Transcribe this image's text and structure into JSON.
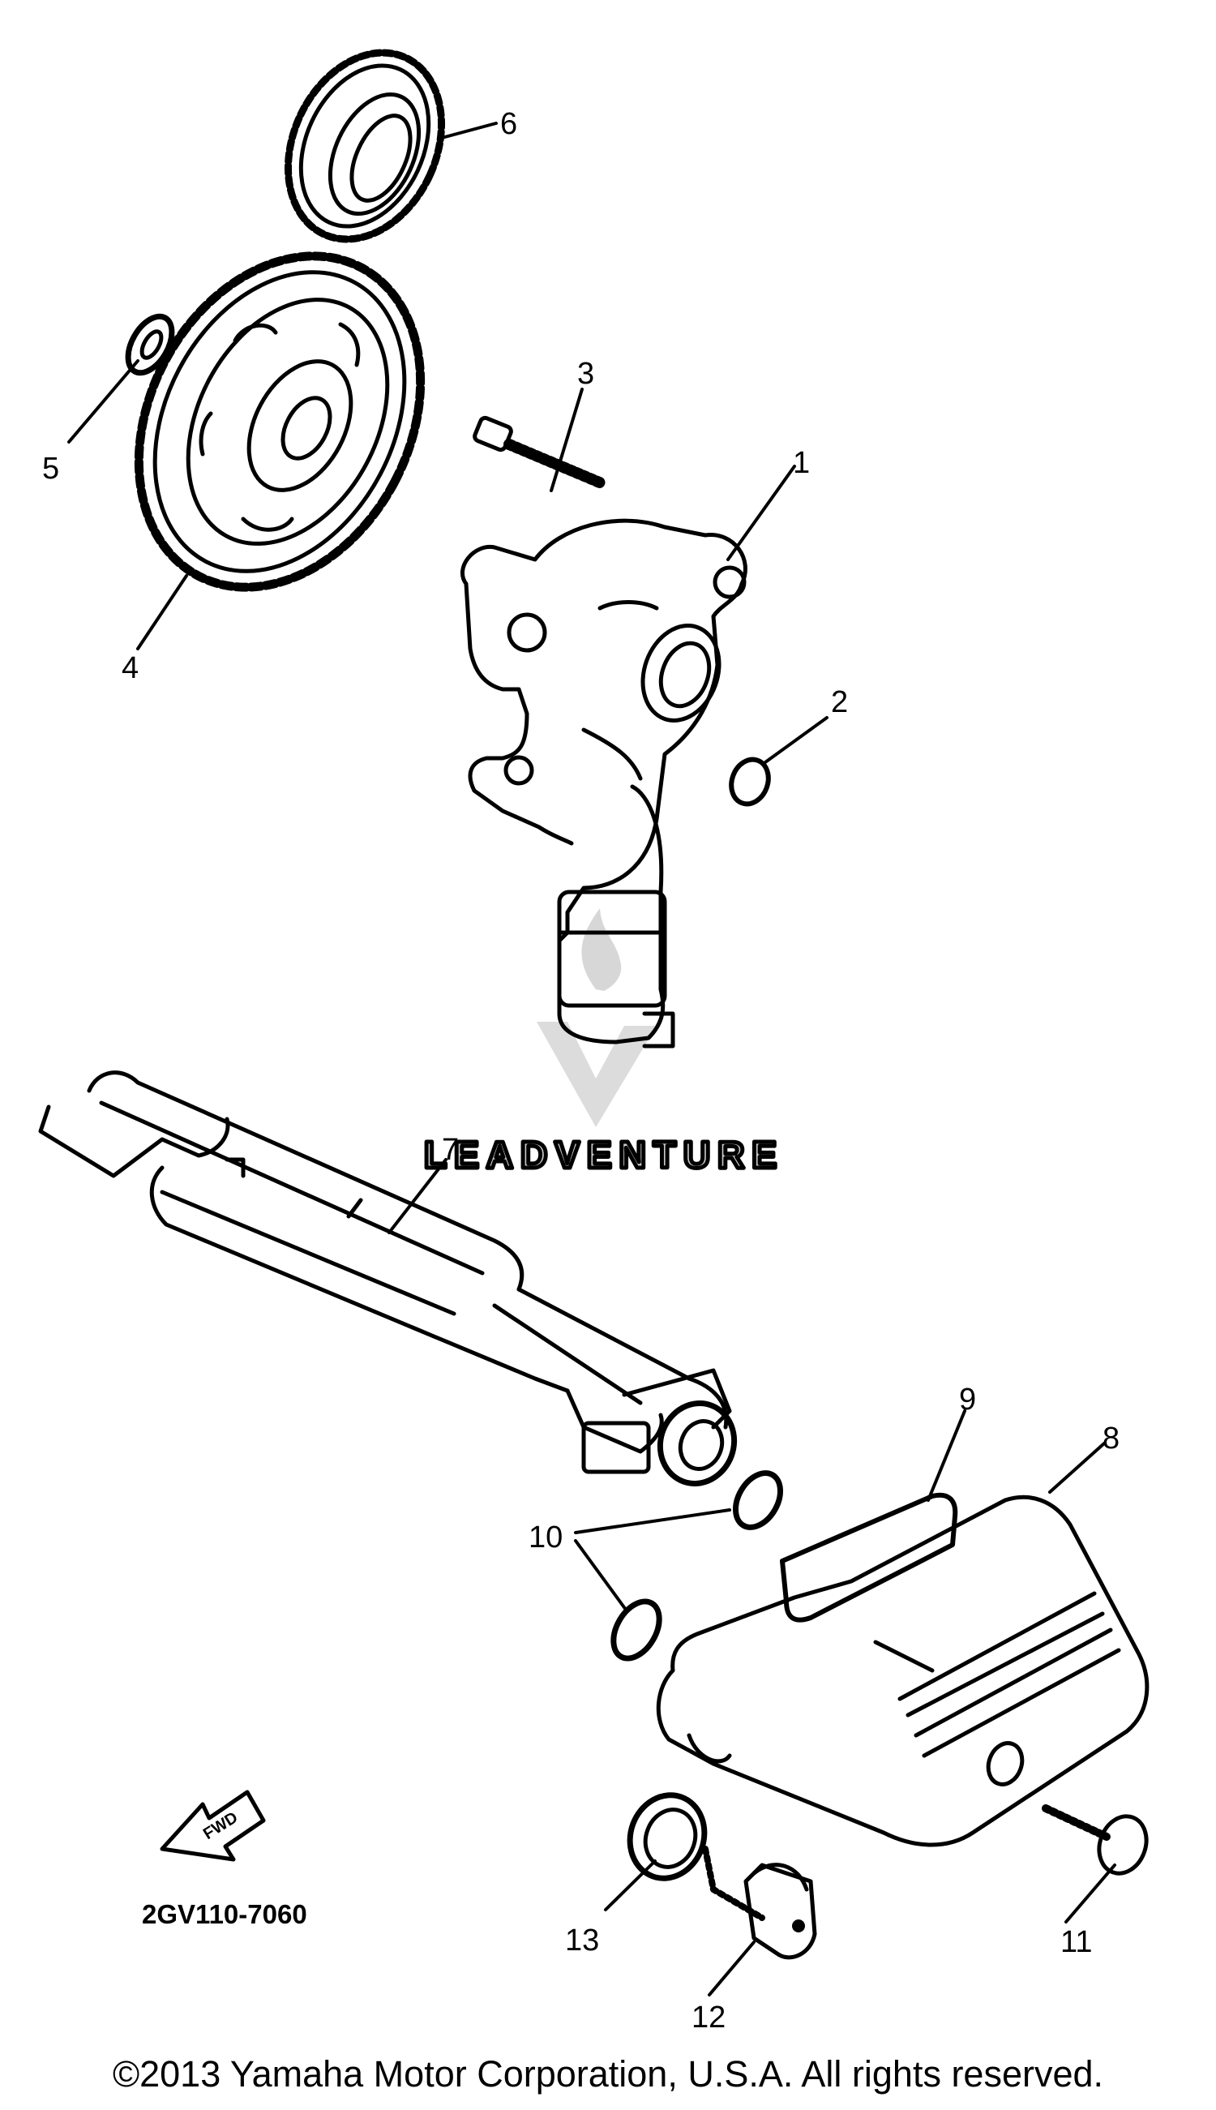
{
  "diagram_code": "2GV110-7060",
  "copyright": "©2013 Yamaha Motor Corporation, U.S.A. All rights reserved.",
  "watermark": "LEADVENTURE",
  "direction_label": "FWD",
  "callouts": {
    "c1": "1",
    "c2": "2",
    "c3": "3",
    "c4": "4",
    "c5": "5",
    "c6": "6",
    "c7": "7",
    "c8": "8",
    "c9": "9",
    "c10": "10",
    "c11": "11",
    "c12": "12",
    "c13": "13"
  }
}
